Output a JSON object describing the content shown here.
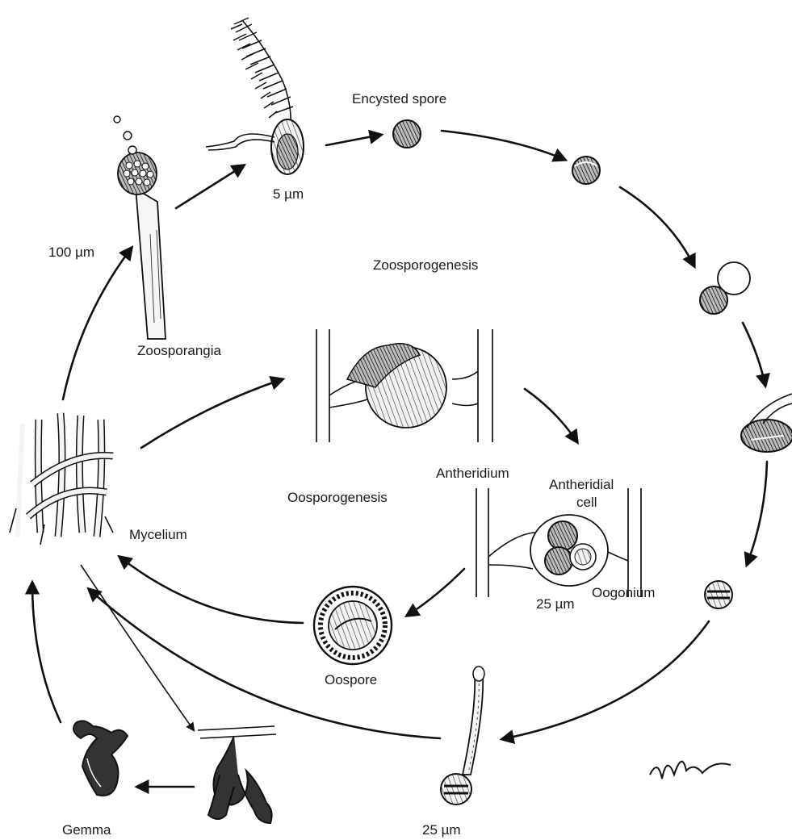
{
  "diagram": {
    "labels": {
      "encysted_spore": "Encysted spore",
      "scale_5um": "5 µm",
      "scale_100um": "100 µm",
      "zoosporogenesis": "Zoosporogenesis",
      "zoosporangia": "Zoosporangia",
      "antheridium": "Antheridium",
      "antheridial_cell": "Antheridial cell",
      "oosporogenesis": "Oosporogenesis",
      "mycelium": "Mycelium",
      "oogonium": "Oogonium",
      "scale_25um_oogonium": "25 µm",
      "oospore": "Oospore",
      "gemma": "Gemma",
      "scale_25um_germ": "25 µm",
      "signature": "Phelps"
    }
  }
}
